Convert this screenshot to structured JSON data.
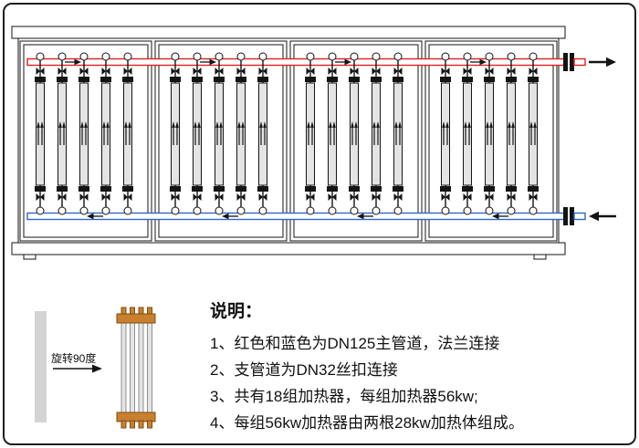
{
  "figure": {
    "type": "heating-system-technical-diagram",
    "notes": {
      "title": "说明：",
      "items": [
        "1、红色和蓝色为DN125主管道，法兰连接",
        "2、支管道为DN32丝扣连接",
        "3、共有18组加热器，每组加热器56kw;",
        "4、每组56kw加热器由两根28kw加热体组成。"
      ]
    },
    "detail": {
      "rotate_label": "旋转90度"
    },
    "colors": {
      "supply_pipe_red": "#e02020",
      "return_pipe_blue": "#2f66cc",
      "heater_cap_orange": "#c9802e",
      "tube_fill": "#e4e4e4",
      "line": "#141414"
    }
  }
}
